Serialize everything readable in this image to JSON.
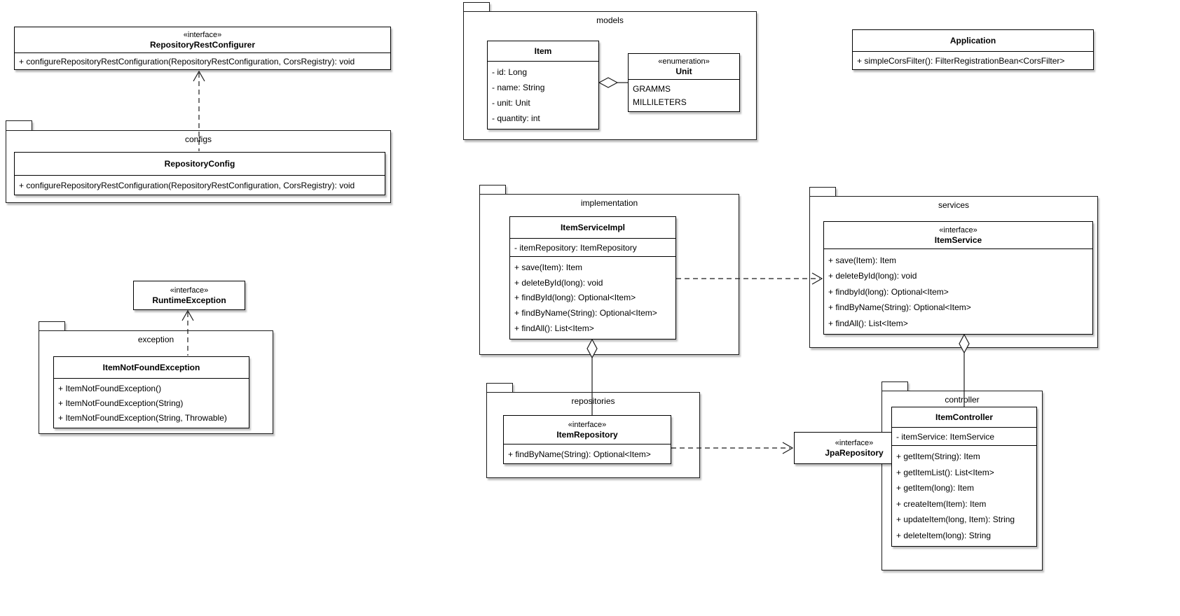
{
  "nodes": {
    "repositoryRestConfigurer": {
      "stereotype": "«interface»",
      "name": "RepositoryRestConfigurer",
      "methods": [
        "+ configureRepositoryRestConfiguration(RepositoryRestConfiguration, CorsRegistry): void"
      ]
    },
    "configsPackage": {
      "label": "configs"
    },
    "repositoryConfig": {
      "name": "RepositoryConfig",
      "methods": [
        "+ configureRepositoryRestConfiguration(RepositoryRestConfiguration, CorsRegistry): void"
      ]
    },
    "modelsPackage": {
      "label": "models"
    },
    "item": {
      "name": "Item",
      "attributes": [
        "- id: Long",
        "- name: String",
        "- unit: Unit",
        "- quantity: int"
      ]
    },
    "unit": {
      "stereotype": "«enumeration»",
      "name": "Unit",
      "literals": [
        "GRAMMS",
        "MILLILETERS"
      ]
    },
    "application": {
      "name": "Application",
      "methods": [
        "+ simpleCorsFilter(): FilterRegistrationBean<CorsFilter>"
      ]
    },
    "runtimeException": {
      "stereotype": "«interface»",
      "name": "RuntimeException"
    },
    "exceptionPackage": {
      "label": "exception"
    },
    "itemNotFoundException": {
      "name": "ItemNotFoundException",
      "methods": [
        "+ ItemNotFoundException()",
        "+ ItemNotFoundException(String)",
        "+ ItemNotFoundException(String, Throwable)"
      ]
    },
    "implementationPackage": {
      "label": "implementation"
    },
    "itemServiceImpl": {
      "name": "ItemServiceImpl",
      "attributes": [
        "- itemRepository: ItemRepository"
      ],
      "methods": [
        "+ save(Item): Item",
        "+ deleteById(long): void",
        "+ findById(long): Optional<Item>",
        "+ findByName(String): Optional<Item>",
        "+ findAll(): List<Item>"
      ]
    },
    "servicesPackage": {
      "label": "services"
    },
    "itemService": {
      "stereotype": "«interface»",
      "name": "ItemService",
      "methods": [
        "+ save(Item): Item",
        "+ deleteById(long): void",
        "+ findbyId(long): Optional<Item>",
        "+ findByName(String): Optional<Item>",
        "+ findAll(): List<Item>"
      ]
    },
    "repositoriesPackage": {
      "label": "repositories"
    },
    "itemRepository": {
      "stereotype": "«interface»",
      "name": "ItemRepository",
      "methods": [
        "+ findByName(String): Optional<Item>"
      ]
    },
    "jpaRepository": {
      "stereotype": "«interface»",
      "name": "JpaRepository"
    },
    "controllerPackage": {
      "label": "controller"
    },
    "itemController": {
      "name": "ItemController",
      "attributes": [
        "- itemService: ItemService"
      ],
      "methods": [
        "+ getItem(String): Item",
        "+ getItemList(): List<Item>",
        "+ getItem(long): Item",
        "+ createItem(Item): Item",
        "+ updateItem(long, Item): String",
        "+ deleteItem(long): String"
      ]
    },
    "relationships": [
      {
        "from": "RepositoryConfig",
        "to": "RepositoryRestConfigurer",
        "type": "realization-dashed-open-arrow"
      },
      {
        "from": "ItemNotFoundException",
        "to": "RuntimeException",
        "type": "realization-dashed-open-arrow"
      },
      {
        "from": "Item",
        "to": "Unit",
        "type": "aggregation-hollow-diamond-at-item"
      },
      {
        "from": "ItemServiceImpl",
        "to": "ItemService",
        "type": "dependency-dashed-open-arrow"
      },
      {
        "from": "ItemServiceImpl",
        "to": "ItemRepository",
        "type": "aggregation-hollow-diamond-at-itemserviceimpl"
      },
      {
        "from": "ItemRepository",
        "to": "JpaRepository",
        "type": "dependency-dashed-open-arrow"
      },
      {
        "from": "ItemService",
        "to": "ItemController",
        "type": "aggregation-hollow-diamond-at-itemservice"
      }
    ]
  }
}
